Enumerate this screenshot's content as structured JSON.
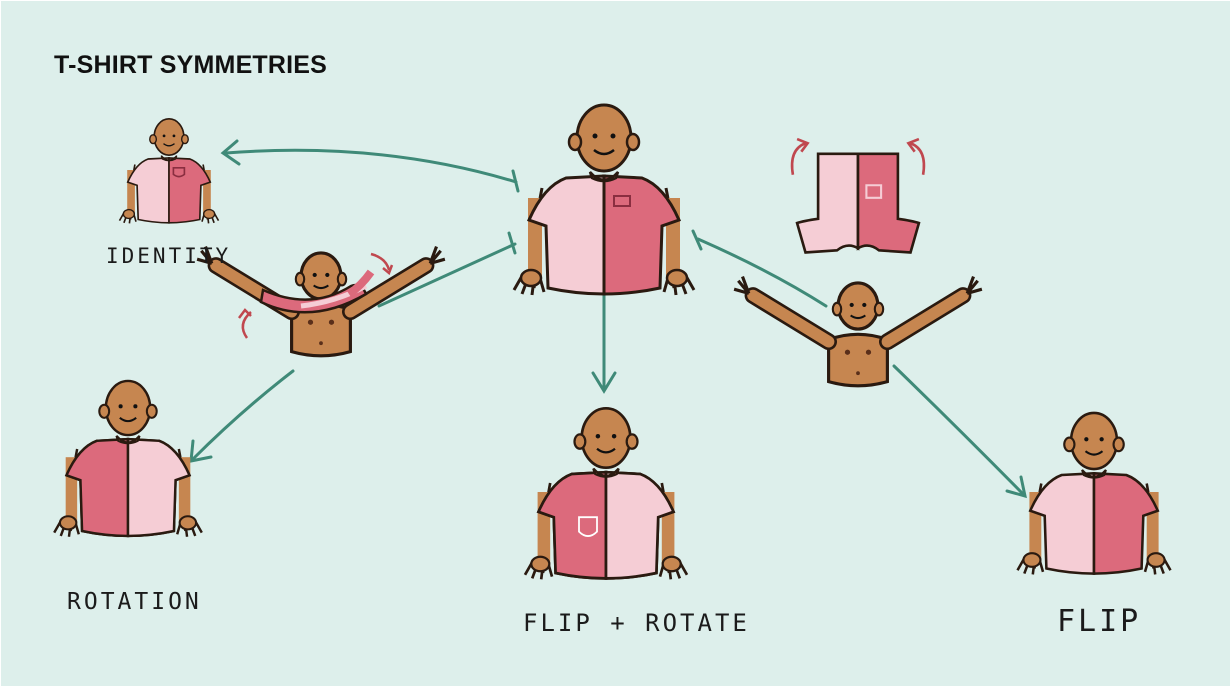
{
  "title": "T-SHIRT SYMMETRIES",
  "labels": {
    "identity": "IDENTITY",
    "rotation": "ROTATION",
    "flip_rotate": "FLIP + ROTATE",
    "flip": "FLIP"
  },
  "colors": {
    "background": "#ddefeb",
    "shirt_light": "#f5cdd5",
    "shirt_dark": "#dc6a7c",
    "skin": "#c68650",
    "arrow": "#3f8a78",
    "motion_arrow": "#c0484f"
  }
}
